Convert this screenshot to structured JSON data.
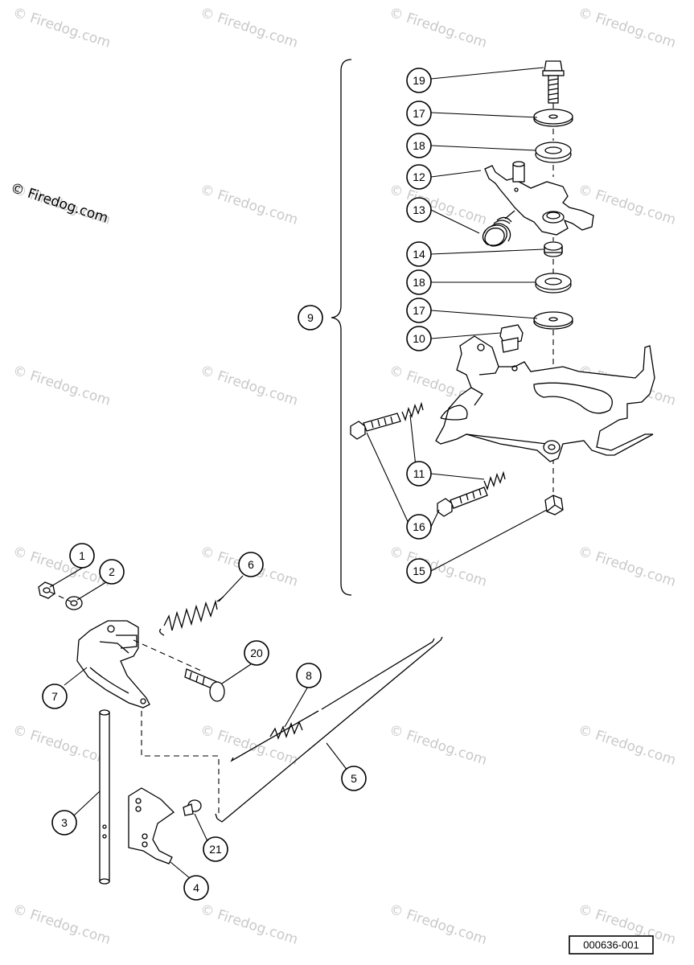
{
  "watermark": {
    "text": "© Firedog.com"
  },
  "copyright_label": "© Firedog.com",
  "document_number": "000636-001",
  "callouts": [
    "1",
    "2",
    "3",
    "4",
    "5",
    "6",
    "7",
    "8",
    "9",
    "10",
    "11",
    "12",
    "13",
    "14",
    "15",
    "16",
    "17",
    "18",
    "19",
    "20",
    "21"
  ],
  "colors": {
    "ink": "#000000",
    "watermark": "#c9c9c9",
    "background": "#ffffff"
  }
}
